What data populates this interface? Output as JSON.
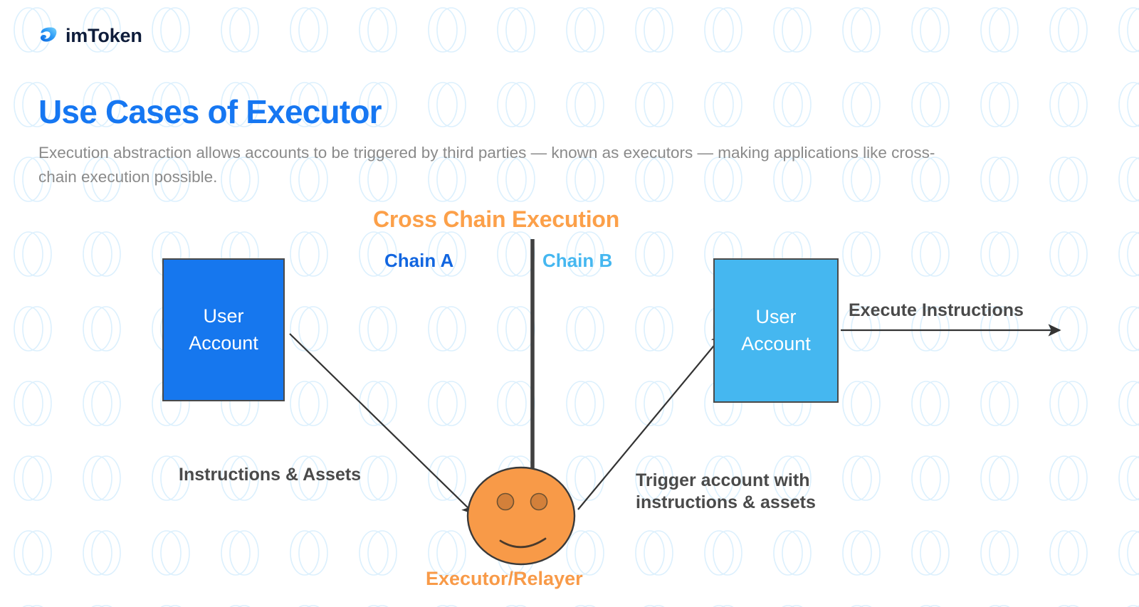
{
  "brand": {
    "name": "imToken",
    "logo_icon": "imtoken-leaf-icon",
    "logo_color": "#1677f2"
  },
  "header": {
    "title": "Use Cases of Executor",
    "title_color": "#1677f2",
    "subtitle": "Execution abstraction allows accounts to be triggered by third parties — known as executors — making applications like cross-chain execution possible.",
    "subtitle_color": "#8a8a8a"
  },
  "diagram": {
    "title": "Cross Chain Execution",
    "title_color": "#fca049",
    "chain_a_label": "Chain A",
    "chain_a_color": "#1266e0",
    "chain_b_label": "Chain B",
    "chain_b_color": "#45b7f0",
    "divider_color": "#404040",
    "nodes": {
      "user_account_a": {
        "line1": "User",
        "line2": "Account",
        "fill": "#1677ee",
        "stroke": "#4a4a4a",
        "text_color": "#ffffff"
      },
      "user_account_b": {
        "line1": "User",
        "line2": "Account",
        "fill": "#45b7f0",
        "stroke": "#4a4a4a",
        "text_color": "#ffffff"
      },
      "executor": {
        "label": "Executor/Relayer",
        "face_fill": "#f89a48",
        "face_stroke": "#3a3a3a",
        "feature_fill": "#d3803a",
        "label_color": "#f89a48"
      }
    },
    "edges": {
      "instructions_assets": "Instructions & Assets",
      "trigger_account_line1": "Trigger account with",
      "trigger_account_line2": "instructions & assets",
      "execute_instructions": "Execute Instructions",
      "edge_label_color": "#4a4a4a",
      "arrow_color": "#333333"
    }
  },
  "background": {
    "pattern_icon": "coin-token-outline-icon",
    "pattern_color": "#d8ecfb"
  }
}
